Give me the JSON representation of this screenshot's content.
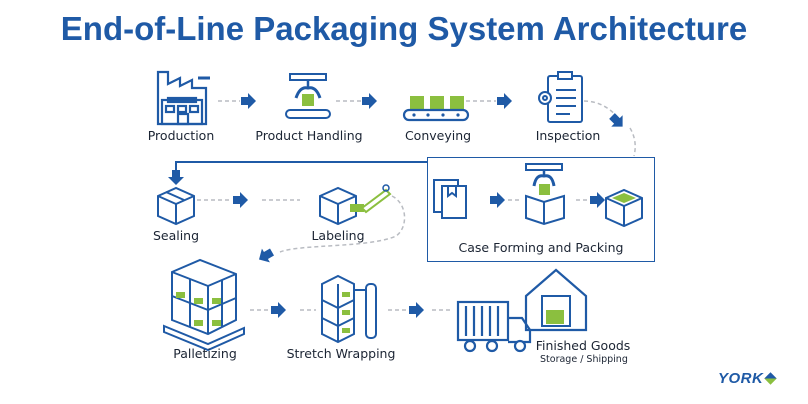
{
  "title": "End-of-Line Packaging System Architecture",
  "steps": {
    "production": "Production",
    "product_handling": "Product Handling",
    "conveying": "Conveying",
    "inspection": "Inspection",
    "case_forming": "Case Forming and Packing",
    "sealing": "Sealing",
    "labeling": "Labeling",
    "palletizing": "Palletizing",
    "stretch_wrapping": "Stretch Wrapping",
    "finished_goods": "Finished Goods",
    "finished_goods_sub": "Storage / Shipping"
  },
  "logo": "YORK",
  "colors": {
    "primary": "#1f5aa6",
    "accent": "#8bbf3f",
    "text": "#1b2433"
  }
}
